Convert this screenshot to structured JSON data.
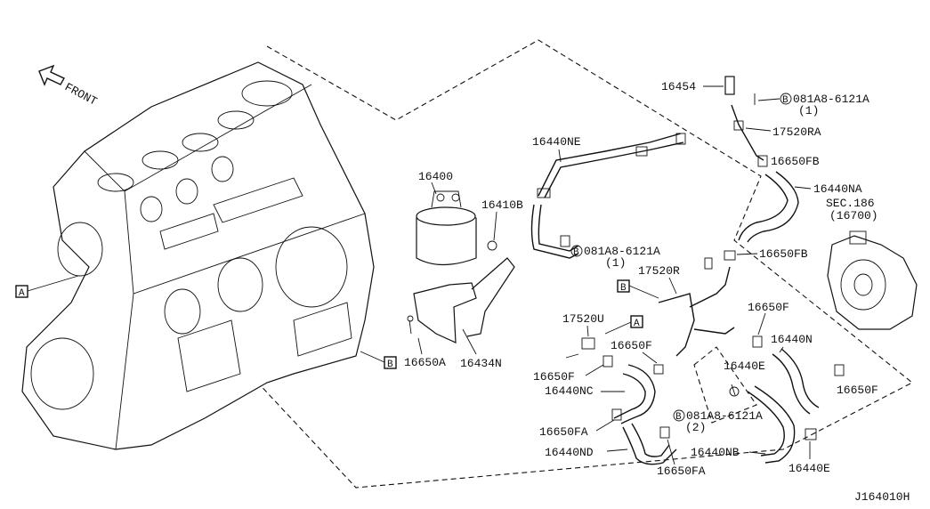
{
  "front_label": "FRONT",
  "diagram_code": "J164010H",
  "section_ref": "SEC.186",
  "section_part": "(16700)",
  "parts": {
    "p16454": "16454",
    "p081A8_1": "081A8-6121A",
    "qty_1a": "(1)",
    "p17520RA": "17520RA",
    "p16650FB_top": "16650FB",
    "p16440NE": "16440NE",
    "p16440NA": "16440NA",
    "p16400": "16400",
    "p16410B": "16410B",
    "p081A8_2": "081A8-6121A",
    "qty_1b": "(1)",
    "p16650FB_mid": "16650FB",
    "p17520R": "17520R",
    "p16650F_right": "16650F",
    "p17520U": "17520U",
    "p16650F_mid": "16650F",
    "p16440N": "16440N",
    "p16440E_upper": "16440E",
    "p16650F_left": "16650F",
    "p16440NC": "16440NC",
    "p16650F_far": "16650F",
    "p081A8_3": "081A8-6121A",
    "qty_2": "(2)",
    "p16650FA_upper": "16650FA",
    "p16440ND": "16440ND",
    "p16440NB": "16440NB",
    "p16650FA_lower": "16650FA",
    "p16440E_lower": "16440E",
    "p16650A": "16650A",
    "p16434N": "16434N"
  },
  "bolt_marker": "B",
  "ref_markers": {
    "a_left": "A",
    "a_right": "A",
    "b_left": "B",
    "b_right": "B"
  }
}
